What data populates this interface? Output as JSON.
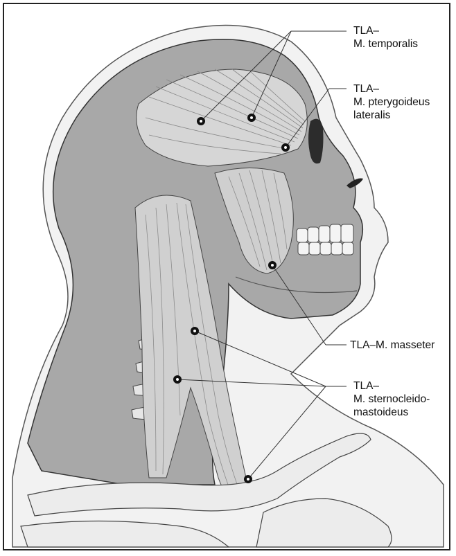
{
  "labels": {
    "temporalis_1": "TLA–",
    "temporalis_2": "M. temporalis",
    "pterygoideus_1": "TLA–",
    "pterygoideus_2": "M. pterygoideus",
    "pterygoideus_3": "lateralis",
    "masseter": "TLA–M. masseter",
    "scm_1": "TLA–",
    "scm_2": "M. sternocleido-",
    "scm_3": "mastoideus"
  },
  "colors": {
    "skin": "#a9a9a9",
    "muscle": "#d2d2d2",
    "bone": "#e8e8e8",
    "outline": "#2a2a2a",
    "marker": "#111111"
  }
}
